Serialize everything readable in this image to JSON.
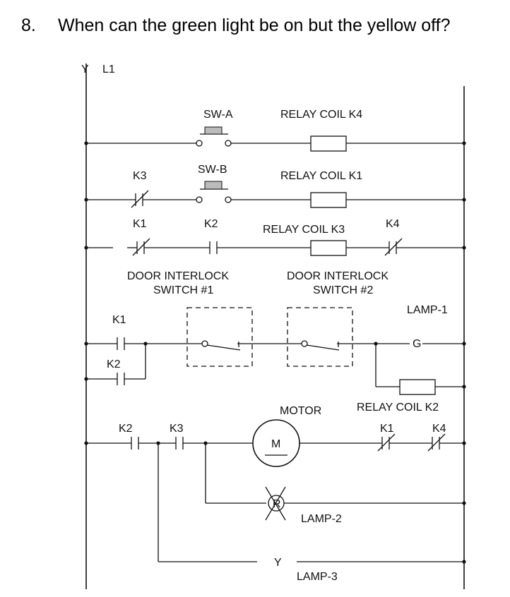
{
  "question": {
    "number": "8.",
    "text": "When can the green light be on but the yellow off?"
  },
  "rails": {
    "left": "L1",
    "left_mark": "Y"
  },
  "rung1": {
    "switch": "SW-A",
    "coil": "RELAY COIL K4"
  },
  "rung2": {
    "contact": "K3",
    "switch": "SW-B",
    "coil": "RELAY COIL K1"
  },
  "rung3": {
    "contact1": "K1",
    "contact2": "K2",
    "coil": "RELAY COIL K3",
    "contact3": "K4"
  },
  "rung4": {
    "door1_line1": "DOOR INTERLOCK",
    "door1_line2": "SWITCH #1",
    "door2_line1": "DOOR INTERLOCK",
    "door2_line2": "SWITCH #2",
    "lamp_label": "LAMP-1",
    "lamp_letter": "G",
    "contact_main": "K1",
    "contact_parallel": "K2",
    "coil": "RELAY COIL K2"
  },
  "rung5": {
    "contact1": "K2",
    "contact2": "K3",
    "motor_label": "MOTOR",
    "motor_letter": "M",
    "contact3": "K1",
    "contact4": "K4"
  },
  "rung6": {
    "lamp_letter": "R",
    "lamp_label": "LAMP-2"
  },
  "rung7": {
    "lamp_letter": "Y",
    "lamp_label": "LAMP-3"
  }
}
